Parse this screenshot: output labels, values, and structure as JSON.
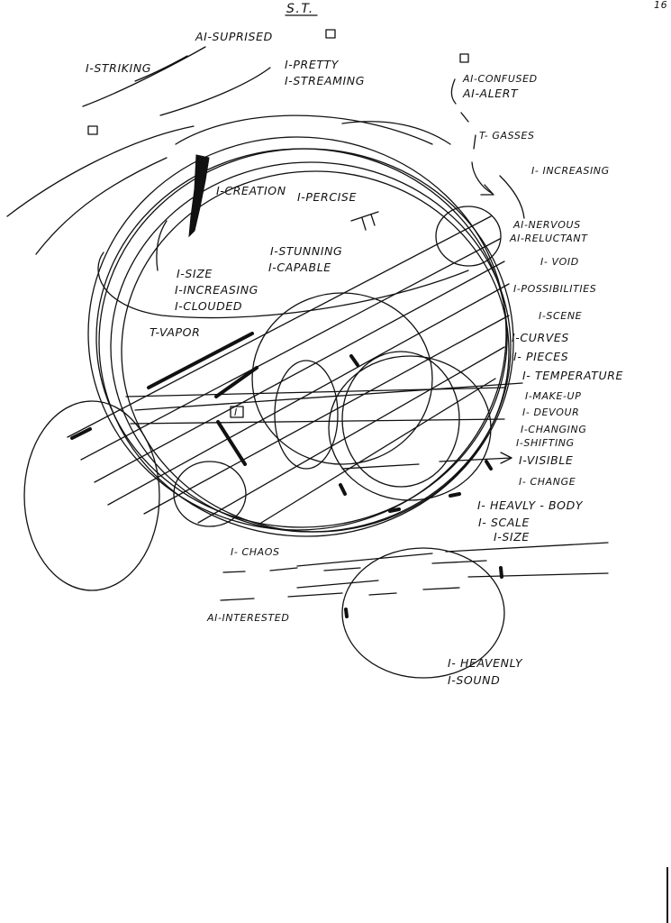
{
  "header": {
    "title": "S.T.",
    "page_number": "16"
  },
  "labels": {
    "ai_suprised": "AI-SUPRISED",
    "i_striking": "I-STRIKING",
    "i_pretty": "I-PRETTY",
    "i_streaming": "I-STREAMING",
    "ai_confused": "AI-CONFUSED",
    "ai_alert": "AI-ALERT",
    "t_gasses": "T- GASSES",
    "i_increasing_top": "I- INCREASING",
    "i_creation": "I-CREATION",
    "i_percise": "I-PERCISE",
    "ai_nervous": "AI-NERVOUS",
    "ai_reluctant": "AI-RELUCTANT",
    "i_stunning": "I-STUNNING",
    "i_capable": "I-CAPABLE",
    "i_void": "I- VOID",
    "i_size_left": "I-SIZE",
    "i_increasing_left": "I-INCREASING",
    "i_clouded": "I-CLOUDED",
    "i_possibilities": "I-POSSIBILITIES",
    "i_scene": "I-SCENE",
    "t_vapor": "T-VAPOR",
    "i_curves": "I-CURVES",
    "i_pieces": "I- PIECES",
    "i_temperature": "I- TEMPERATURE",
    "i_make_up": "I-MAKE-UP",
    "i_devour": "I- DEVOUR",
    "i_changing": "I-CHANGING",
    "i_shifting": "I-SHIFTING",
    "i_visible": "I-VISIBLE",
    "i_change": "I- CHANGE",
    "i_heavly_body": "I- HEAVLY - BODY",
    "i_scale": "I- SCALE",
    "i_size_right": "I-SIZE",
    "i_chaos": "I- CHAOS",
    "ai_interested": "AI-INTERESTED",
    "i_heavenly": "I- HEAVENLY",
    "i_sound": "I-SOUND",
    "box_mark": "I"
  }
}
